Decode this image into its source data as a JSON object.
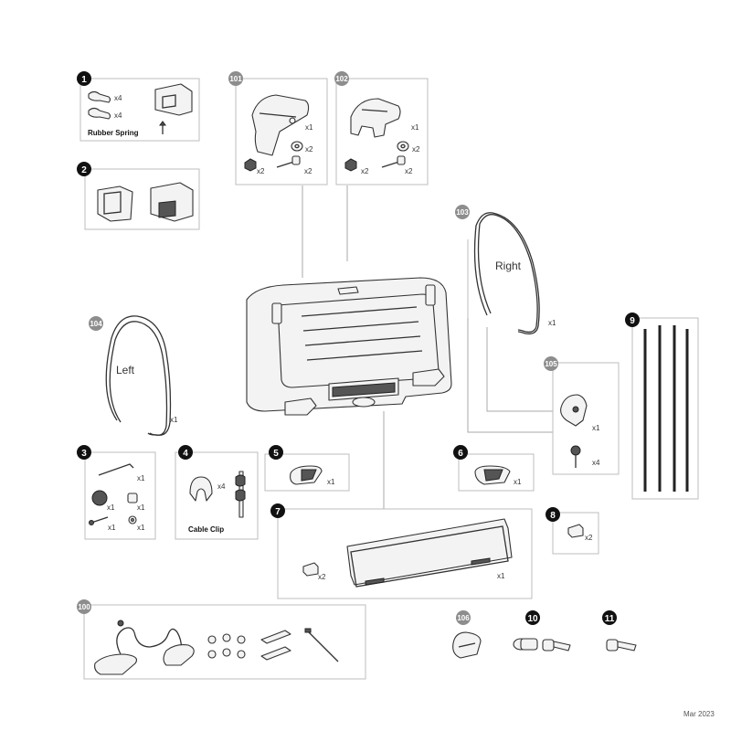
{
  "footer": {
    "date": "Mar 2023"
  },
  "badges": {
    "b1": "1",
    "b2": "2",
    "b3": "3",
    "b4": "4",
    "b5": "5",
    "b6": "6",
    "b7": "7",
    "b8": "8",
    "b9": "9",
    "b10": "10",
    "b11": "11",
    "b100": "100",
    "b101": "101",
    "b102": "102",
    "b103": "103",
    "b104": "104",
    "b105": "105",
    "b106": "106"
  },
  "labels": {
    "rubber_spring": "Rubber Spring",
    "cable_clip": "Cable Clip",
    "right": "Right",
    "left": "Left"
  },
  "quantities": {
    "x1": "x1",
    "x2": "x2",
    "x4": "x4"
  }
}
